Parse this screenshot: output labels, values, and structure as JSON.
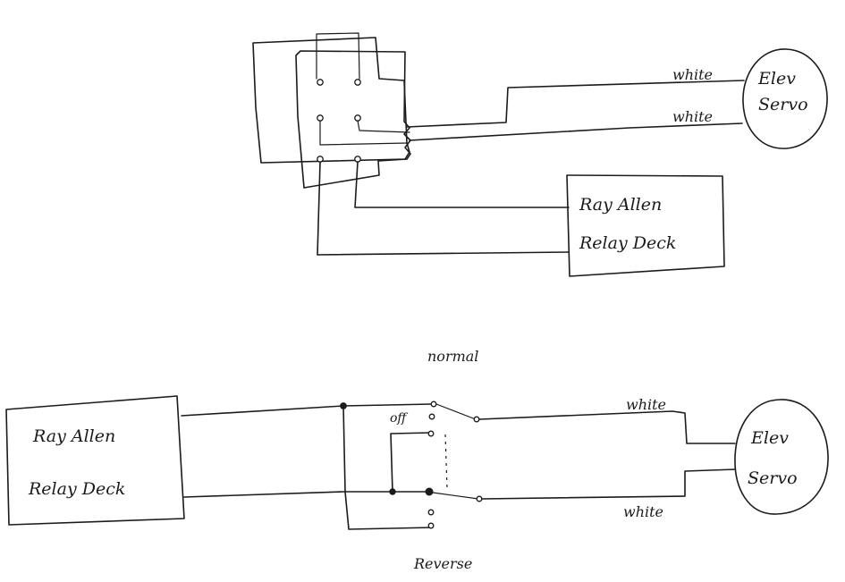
{
  "top_diagram": {
    "servo_label_line1": "Elev",
    "servo_label_line2": "Servo",
    "wire_label_upper": "white",
    "wire_label_lower": "white",
    "relay_label_line1": "Ray Allen",
    "relay_label_line2": "Relay Deck",
    "caption": "normal"
  },
  "bottom_diagram": {
    "relay_label_line1": "Ray Allen",
    "relay_label_line2": "Relay Deck",
    "switch_label": "off",
    "wire_label_upper": "white",
    "wire_label_lower": "white",
    "servo_label_line1": "Elev",
    "servo_label_line2": "Servo",
    "caption": "Reverse"
  }
}
